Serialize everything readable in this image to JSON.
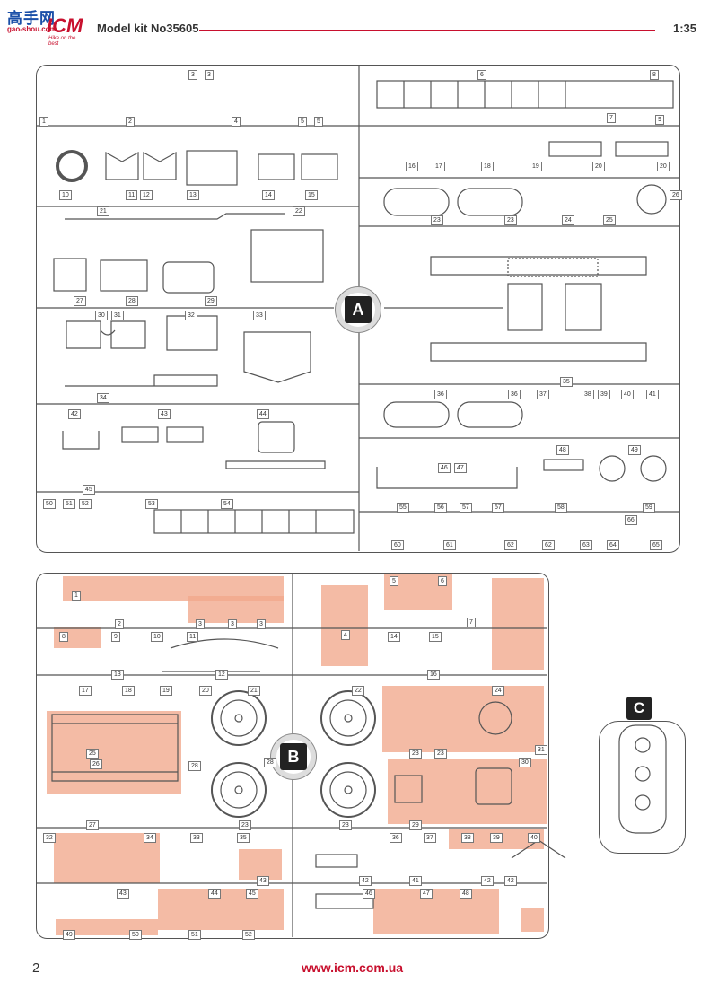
{
  "header": {
    "logo_cn": "高手网",
    "logo_site": "gao-shou.com",
    "logo_mark": "ICM",
    "logo_tag": "Hike on the best",
    "title": "Model kit No35605",
    "scale": "1:35"
  },
  "sprues": {
    "a_label": "A",
    "b_label": "B",
    "c_label": "C",
    "a_numbers": [
      "1",
      "2",
      "3",
      "3",
      "4",
      "5",
      "5",
      "6",
      "7",
      "8",
      "9",
      "10",
      "11",
      "12",
      "13",
      "14",
      "15",
      "16",
      "17",
      "18",
      "19",
      "20",
      "20",
      "21",
      "22",
      "23",
      "23",
      "24",
      "25",
      "26",
      "27",
      "28",
      "29",
      "30",
      "31",
      "32",
      "33",
      "34",
      "35",
      "36",
      "36",
      "37",
      "38",
      "39",
      "40",
      "41",
      "42",
      "43",
      "44",
      "45",
      "46",
      "47",
      "48",
      "49",
      "50",
      "51",
      "52",
      "53",
      "54",
      "55",
      "56",
      "57",
      "57",
      "58",
      "59",
      "60",
      "61",
      "62",
      "62",
      "63",
      "64",
      "65",
      "66"
    ],
    "b_numbers": [
      "1",
      "2",
      "3",
      "3",
      "3",
      "4",
      "5",
      "6",
      "7",
      "8",
      "9",
      "10",
      "11",
      "12",
      "13",
      "14",
      "15",
      "16",
      "17",
      "18",
      "19",
      "20",
      "21",
      "22",
      "23",
      "23",
      "23",
      "23",
      "24",
      "25",
      "26",
      "27",
      "28",
      "28",
      "29",
      "30",
      "31",
      "32",
      "33",
      "34",
      "35",
      "36",
      "37",
      "38",
      "39",
      "40",
      "41",
      "42",
      "42",
      "42",
      "43",
      "43",
      "44",
      "45",
      "46",
      "47",
      "48",
      "49",
      "50",
      "51",
      "52"
    ]
  },
  "footer": {
    "page": "2",
    "url": "www.icm.com.ua"
  }
}
